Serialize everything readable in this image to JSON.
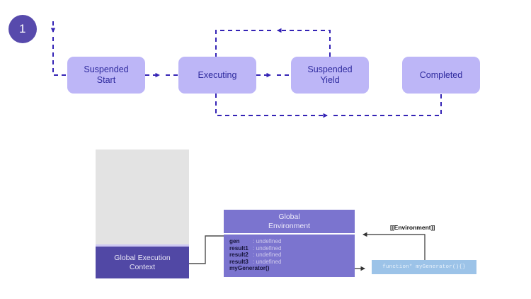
{
  "theme": {
    "background": "#ffffff",
    "accent_purple": "#574aac",
    "state_fill": "#bdb6f7",
    "state_text": "#2e2a9e",
    "arrow_color": "#3423b5",
    "stack_empty_fill": "#e3e3e3",
    "gec_fill": "#5148a5",
    "env_fill": "#7b74cf",
    "fn_fill": "#9cc3e8",
    "connector_color": "#4d4d4d"
  },
  "step": {
    "number": "1"
  },
  "state_machine": {
    "states": [
      {
        "id": "suspended-start",
        "label": "Suspended\nStart"
      },
      {
        "id": "executing",
        "label": "Executing"
      },
      {
        "id": "suspended-yield",
        "label": "Suspended\nYield"
      },
      {
        "id": "completed",
        "label": "Completed"
      }
    ],
    "transitions": [
      {
        "from": "entry",
        "to": "suspended-start",
        "style": "dashed"
      },
      {
        "from": "suspended-start",
        "to": "executing",
        "style": "dashed"
      },
      {
        "from": "executing",
        "to": "suspended-yield",
        "style": "dashed"
      },
      {
        "from": "suspended-yield",
        "to": "executing",
        "style": "dashed",
        "route": "top-loop"
      },
      {
        "from": "executing",
        "to": "completed",
        "style": "dashed",
        "route": "bottom-loop"
      }
    ]
  },
  "memory": {
    "call_stack": {
      "empty_label": "",
      "frame_label": "Global Execution\nContext"
    },
    "environment": {
      "title": "Global\nEnvironment",
      "bindings": [
        {
          "name": "gen",
          "separator": ":",
          "value": "undefined"
        },
        {
          "name": "result1",
          "separator": ":",
          "value": "undefined"
        },
        {
          "name": "result2",
          "separator": ":",
          "value": "undefined"
        },
        {
          "name": "result3",
          "separator": ":",
          "value": "undefined"
        },
        {
          "name": "myGenerator()",
          "separator": "",
          "value": ""
        }
      ]
    },
    "function_object": {
      "code": "function* myGenerator(){}"
    },
    "environment_link_label": "[[Environment]]"
  }
}
